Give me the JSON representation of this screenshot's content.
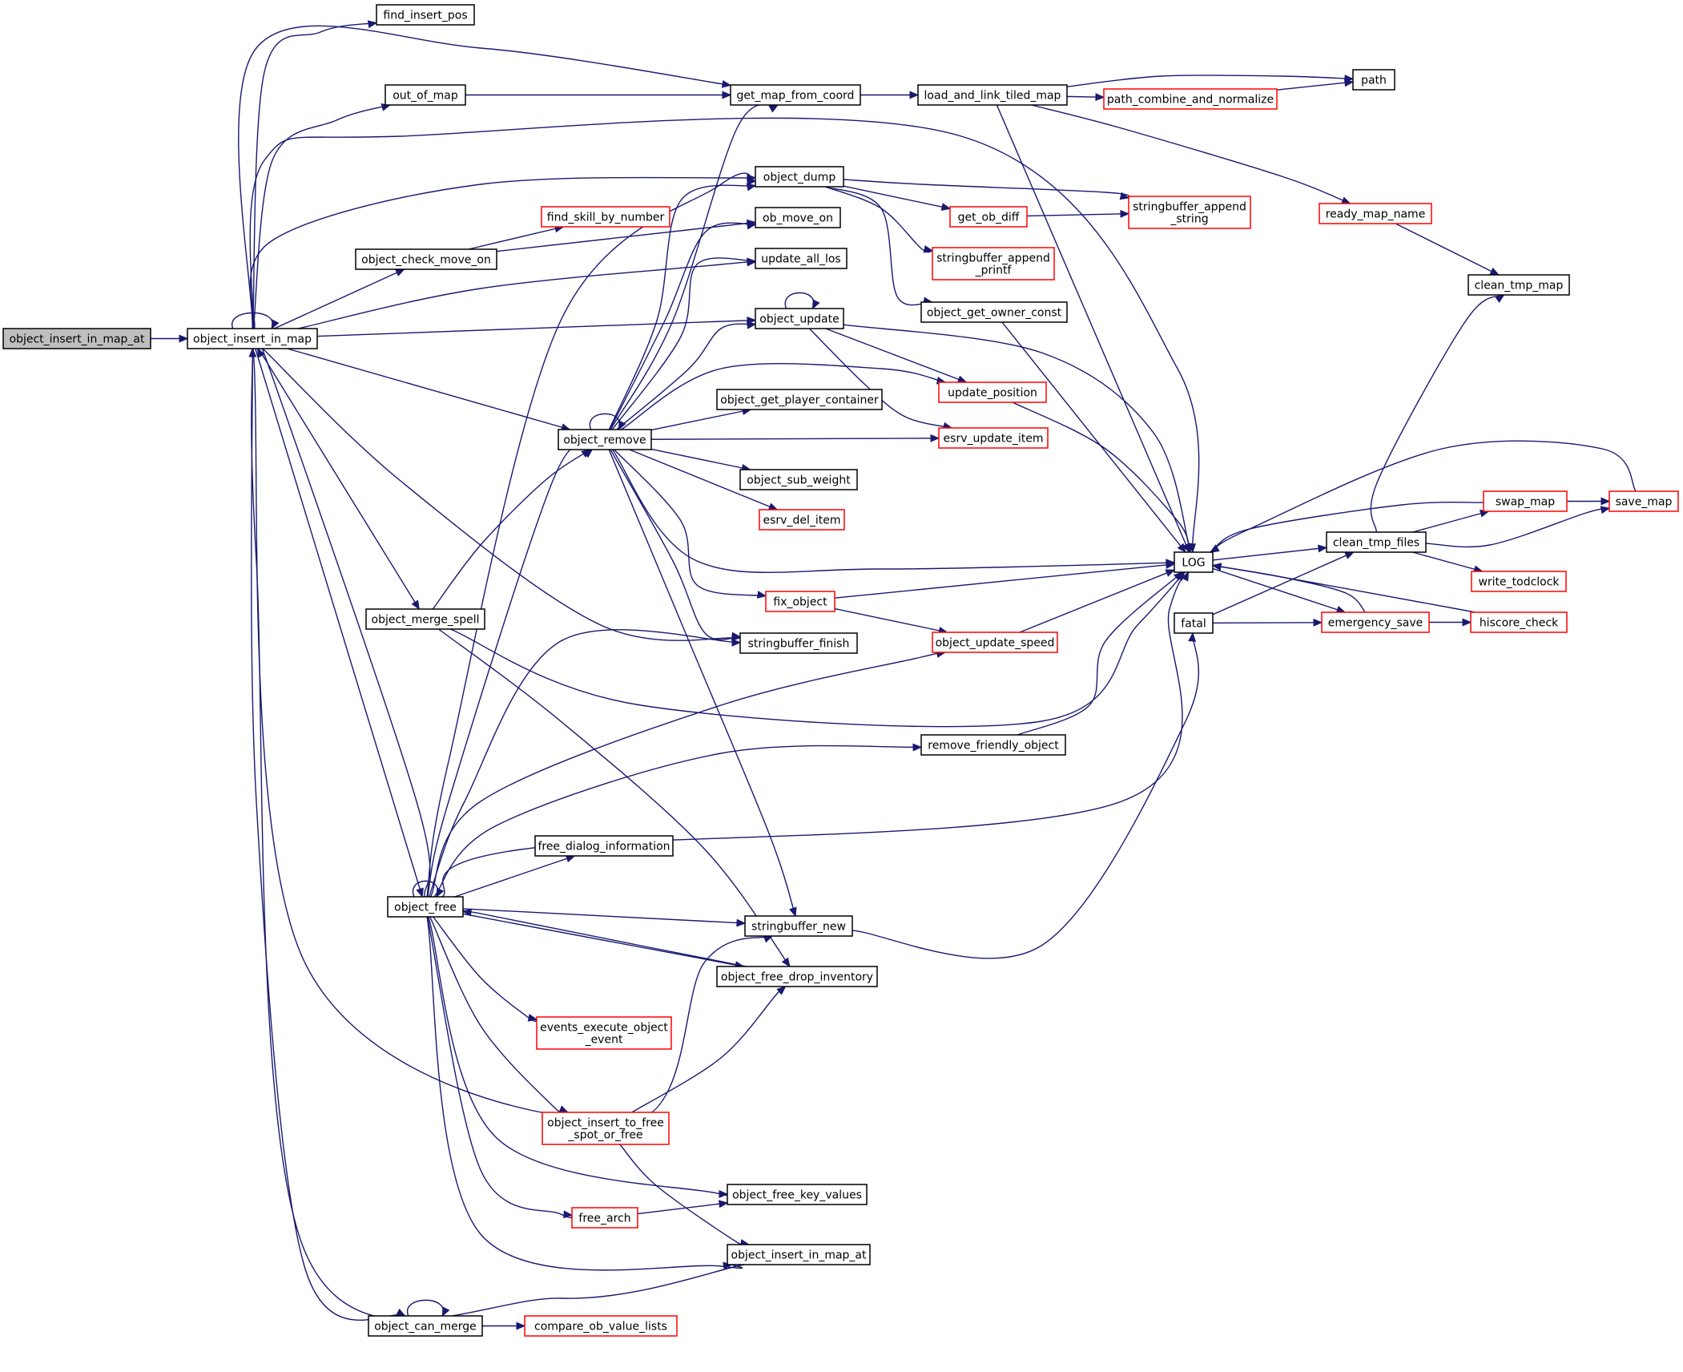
{
  "diagram": {
    "colors": {
      "edge": "#191970",
      "node_border": "#000000",
      "node_border_truncated": "#ff0000",
      "root_fill": "#bfbfbf",
      "node_fill": "#ffffff"
    },
    "nodes": [
      {
        "id": "root",
        "lines": [
          "object_insert_in_map_at"
        ],
        "style": "root"
      },
      {
        "id": "oiim",
        "lines": [
          "object_insert_in_map"
        ],
        "style": "normal"
      },
      {
        "id": "find_insert_pos",
        "lines": [
          "find_insert_pos"
        ],
        "style": "normal"
      },
      {
        "id": "out_of_map",
        "lines": [
          "out_of_map"
        ],
        "style": "normal"
      },
      {
        "id": "get_map_from_coord",
        "lines": [
          "get_map_from_coord"
        ],
        "style": "normal"
      },
      {
        "id": "load_and_link",
        "lines": [
          "load_and_link_tiled_map"
        ],
        "style": "normal"
      },
      {
        "id": "path",
        "lines": [
          "path"
        ],
        "style": "normal"
      },
      {
        "id": "path_combine",
        "lines": [
          "path_combine_and_normalize"
        ],
        "style": "truncated"
      },
      {
        "id": "object_dump",
        "lines": [
          "object_dump"
        ],
        "style": "normal"
      },
      {
        "id": "find_skill",
        "lines": [
          "find_skill_by_number"
        ],
        "style": "truncated"
      },
      {
        "id": "get_ob_diff",
        "lines": [
          "get_ob_diff"
        ],
        "style": "truncated"
      },
      {
        "id": "sb_append_string",
        "lines": [
          "stringbuffer_append",
          "_string"
        ],
        "style": "truncated"
      },
      {
        "id": "ready_map_name",
        "lines": [
          "ready_map_name"
        ],
        "style": "truncated"
      },
      {
        "id": "ob_move_on",
        "lines": [
          "ob_move_on"
        ],
        "style": "normal"
      },
      {
        "id": "object_check_move_on",
        "lines": [
          "object_check_move_on"
        ],
        "style": "normal"
      },
      {
        "id": "sb_append_printf",
        "lines": [
          "stringbuffer_append",
          "_printf"
        ],
        "style": "truncated"
      },
      {
        "id": "update_all_los",
        "lines": [
          "update_all_los"
        ],
        "style": "normal"
      },
      {
        "id": "clean_tmp_map",
        "lines": [
          "clean_tmp_map"
        ],
        "style": "normal"
      },
      {
        "id": "object_get_owner_const",
        "lines": [
          "object_get_owner_const"
        ],
        "style": "normal"
      },
      {
        "id": "object_update",
        "lines": [
          "object_update"
        ],
        "style": "normal"
      },
      {
        "id": "update_position",
        "lines": [
          "update_position"
        ],
        "style": "truncated"
      },
      {
        "id": "object_get_player_container",
        "lines": [
          "object_get_player_container"
        ],
        "style": "normal"
      },
      {
        "id": "object_remove",
        "lines": [
          "object_remove"
        ],
        "style": "normal"
      },
      {
        "id": "esrv_update_item",
        "lines": [
          "esrv_update_item"
        ],
        "style": "truncated"
      },
      {
        "id": "object_sub_weight",
        "lines": [
          "object_sub_weight"
        ],
        "style": "normal"
      },
      {
        "id": "swap_map",
        "lines": [
          "swap_map"
        ],
        "style": "truncated"
      },
      {
        "id": "save_map",
        "lines": [
          "save_map"
        ],
        "style": "truncated"
      },
      {
        "id": "esrv_del_item",
        "lines": [
          "esrv_del_item"
        ],
        "style": "truncated"
      },
      {
        "id": "clean_tmp_files",
        "lines": [
          "clean_tmp_files"
        ],
        "style": "normal"
      },
      {
        "id": "LOG",
        "lines": [
          "LOG"
        ],
        "style": "normal"
      },
      {
        "id": "write_todclock",
        "lines": [
          "write_todclock"
        ],
        "style": "truncated"
      },
      {
        "id": "fix_object",
        "lines": [
          "fix_object"
        ],
        "style": "truncated"
      },
      {
        "id": "object_merge_spell",
        "lines": [
          "object_merge_spell"
        ],
        "style": "normal"
      },
      {
        "id": "fatal",
        "lines": [
          "fatal"
        ],
        "style": "normal"
      },
      {
        "id": "emergency_save",
        "lines": [
          "emergency_save"
        ],
        "style": "truncated"
      },
      {
        "id": "hiscore_check",
        "lines": [
          "hiscore_check"
        ],
        "style": "truncated"
      },
      {
        "id": "object_update_speed",
        "lines": [
          "object_update_speed"
        ],
        "style": "truncated"
      },
      {
        "id": "stringbuffer_finish",
        "lines": [
          "stringbuffer_finish"
        ],
        "style": "normal"
      },
      {
        "id": "remove_friendly_object",
        "lines": [
          "remove_friendly_object"
        ],
        "style": "normal"
      },
      {
        "id": "free_dialog_information",
        "lines": [
          "free_dialog_information"
        ],
        "style": "normal"
      },
      {
        "id": "object_free",
        "lines": [
          "object_free"
        ],
        "style": "normal"
      },
      {
        "id": "stringbuffer_new",
        "lines": [
          "stringbuffer_new"
        ],
        "style": "normal"
      },
      {
        "id": "object_free_drop_inventory",
        "lines": [
          "object_free_drop_inventory"
        ],
        "style": "normal"
      },
      {
        "id": "events_execute",
        "lines": [
          "events_execute_object",
          "_event"
        ],
        "style": "truncated"
      },
      {
        "id": "object_insert_to_free",
        "lines": [
          "object_insert_to_free",
          "_spot_or_free"
        ],
        "style": "truncated"
      },
      {
        "id": "object_free_key_values",
        "lines": [
          "object_free_key_values"
        ],
        "style": "normal"
      },
      {
        "id": "free_arch",
        "lines": [
          "free_arch"
        ],
        "style": "truncated"
      },
      {
        "id": "oiim_at2",
        "lines": [
          "object_insert_in_map_at"
        ],
        "style": "normal"
      },
      {
        "id": "object_can_merge",
        "lines": [
          "object_can_merge"
        ],
        "style": "normal"
      },
      {
        "id": "compare_ob_value_lists",
        "lines": [
          "compare_ob_value_lists"
        ],
        "style": "truncated"
      }
    ]
  }
}
